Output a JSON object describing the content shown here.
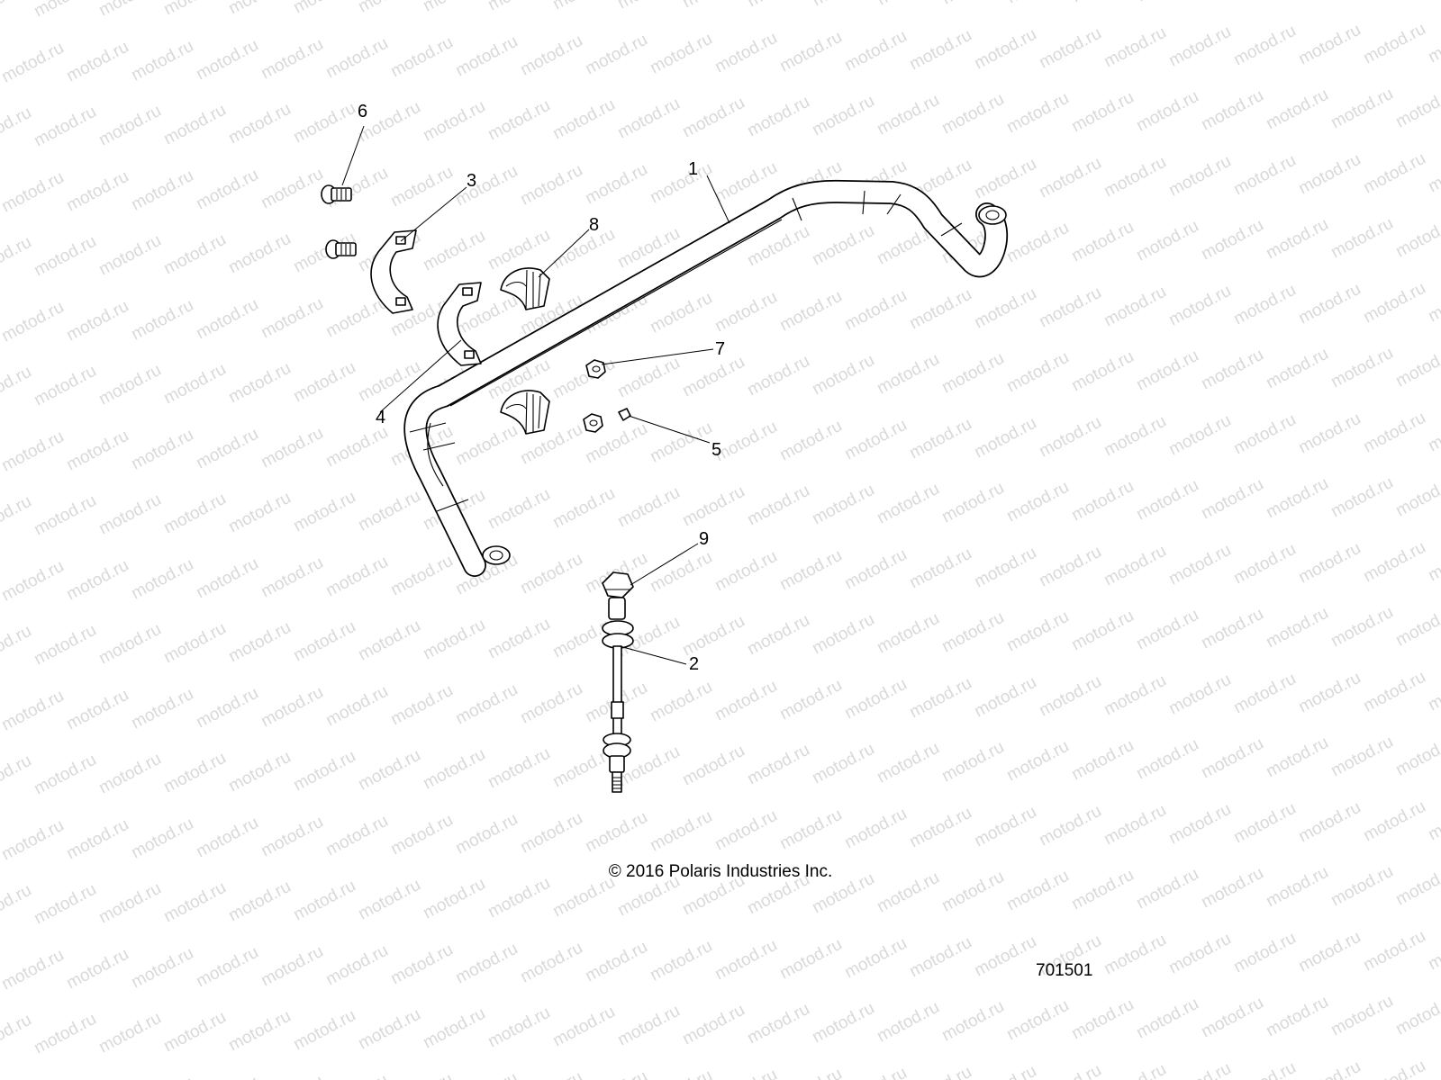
{
  "watermark": {
    "text": "motod.ru",
    "color": "#d9d9d9"
  },
  "callouts": {
    "c1": "1",
    "c2": "2",
    "c3": "3",
    "c4": "4",
    "c5": "5",
    "c6": "6",
    "c7": "7",
    "c8": "8",
    "c9": "9"
  },
  "copyright": "© 2016 Polaris Industries Inc.",
  "diagram_number": "701501"
}
